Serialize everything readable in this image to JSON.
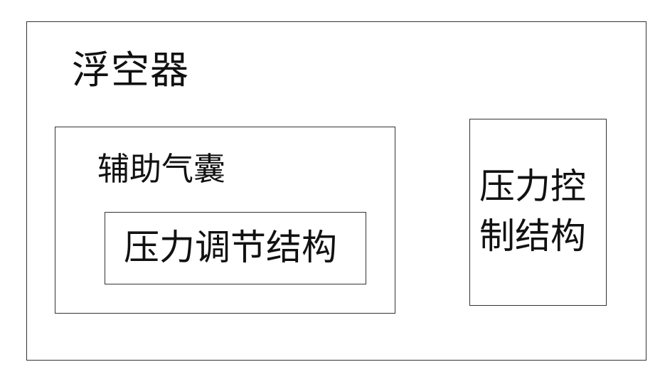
{
  "diagram": {
    "outer": {
      "label": "浮空器"
    },
    "airbag": {
      "label": "辅助气囊"
    },
    "pressure_adjust": {
      "label": "压力调节结构"
    },
    "pressure_control": {
      "label_lines": [
        "压力控",
        "制结构"
      ]
    }
  }
}
